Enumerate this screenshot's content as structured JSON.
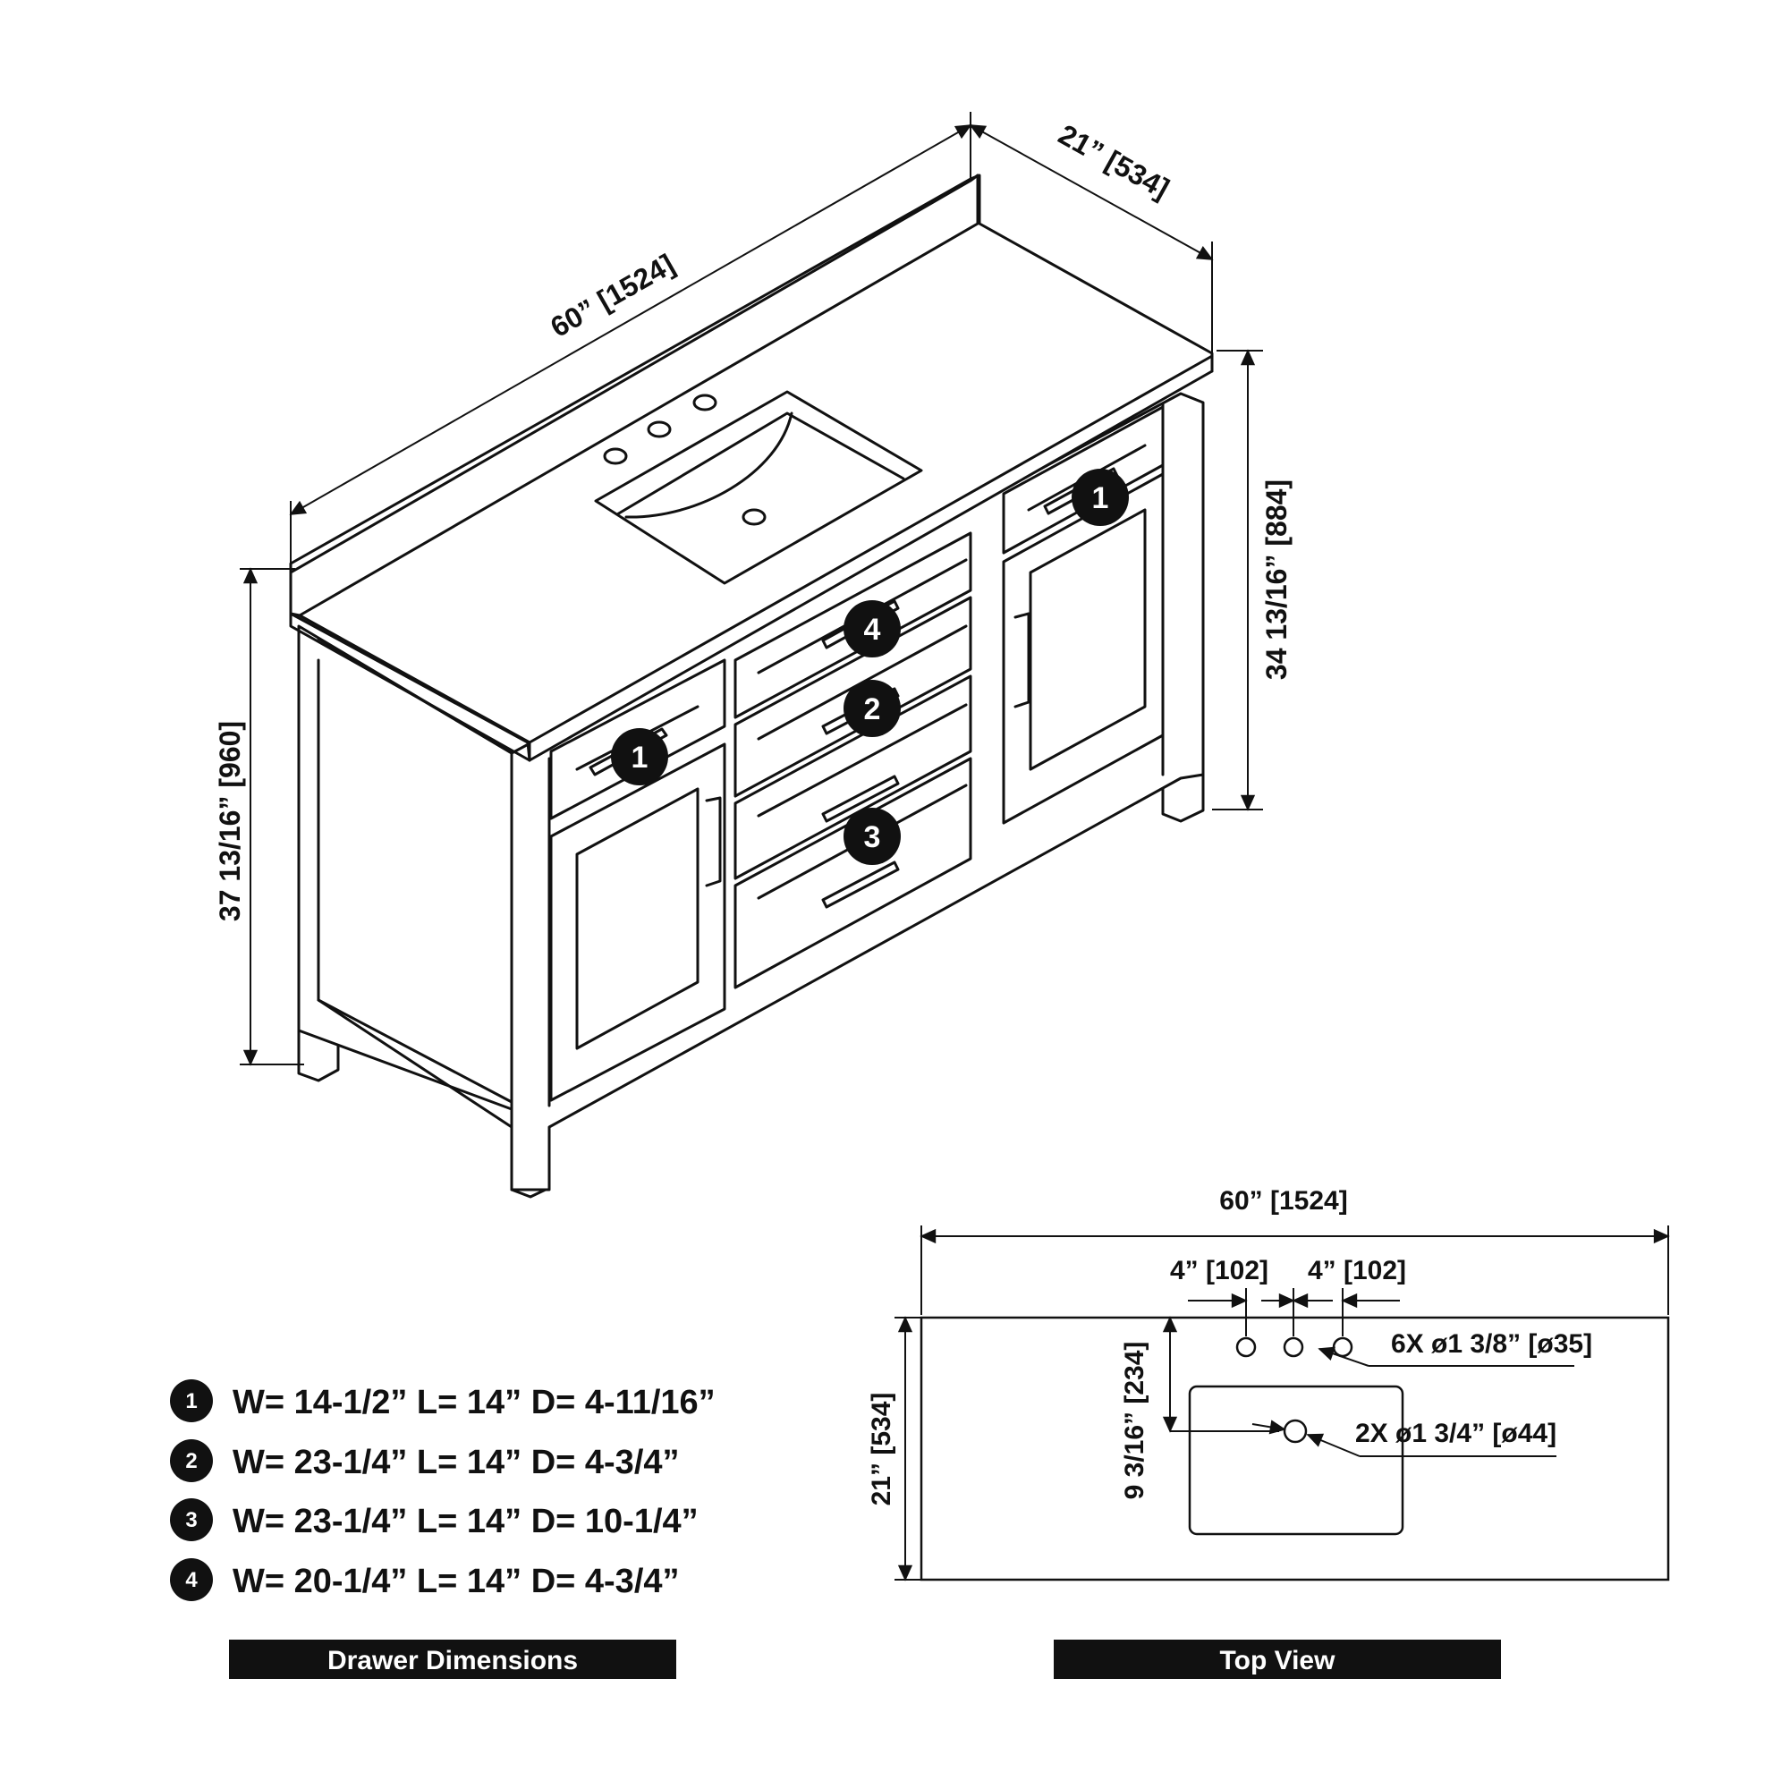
{
  "iso_view": {
    "width_label": "60” [1524]",
    "depth_label": "21” [534]",
    "height_total_label": "37 13/16” [960]",
    "height_counter_label": "34 13/16” [884]",
    "markers": [
      "1",
      "4",
      "2",
      "3",
      "1"
    ]
  },
  "legend": {
    "items": [
      {
        "num": "1",
        "text": "W= 14-1/2” L= 14” D= 4-11/16”"
      },
      {
        "num": "2",
        "text": "W= 23-1/4” L= 14” D= 4-3/4”"
      },
      {
        "num": "3",
        "text": "W= 23-1/4” L= 14” D= 10-1/4”"
      },
      {
        "num": "4",
        "text": "W= 20-1/4” L= 14” D= 4-3/4”"
      }
    ],
    "title": "Drawer Dimensions"
  },
  "top_view": {
    "width_label": "60” [1524]",
    "spacing_left_label": "4” [102]",
    "spacing_right_label": "4” [102]",
    "faucet_holes_label": "6X ø1 3/8” [ø35]",
    "drain_label": "2X ø1 3/4” [ø44]",
    "setback_label": "9 3/16” [234]",
    "depth_label": "21” [534]",
    "title": "Top View"
  },
  "colors": {
    "line": "#111111",
    "background": "#ffffff",
    "badge": "#111111"
  }
}
